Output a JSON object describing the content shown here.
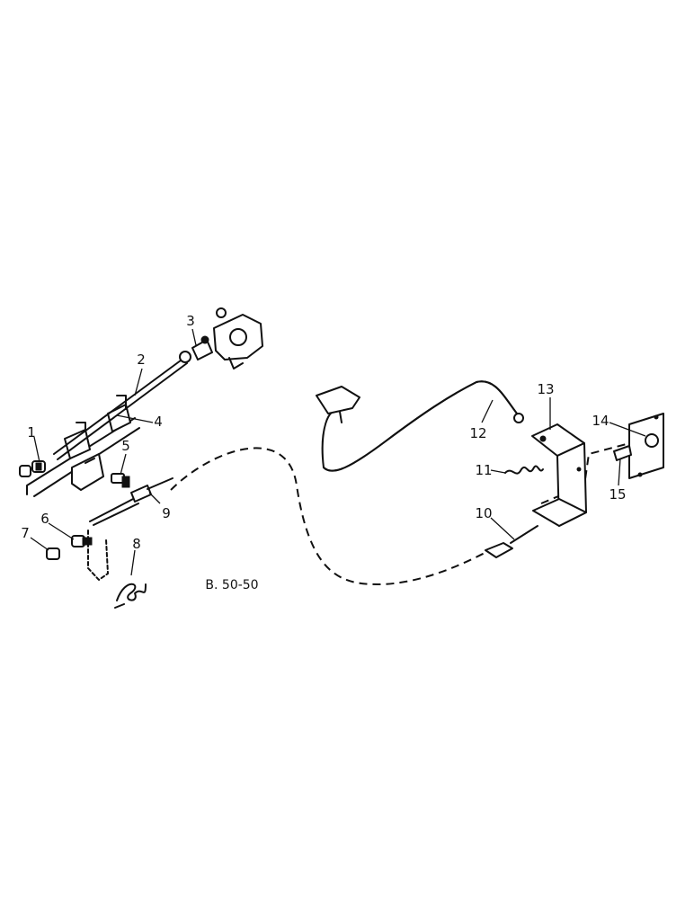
{
  "diagram": {
    "reference": "B. 50-50",
    "callouts": [
      {
        "id": "1",
        "label": "1"
      },
      {
        "id": "2",
        "label": "2"
      },
      {
        "id": "3",
        "label": "3"
      },
      {
        "id": "4",
        "label": "4"
      },
      {
        "id": "5",
        "label": "5"
      },
      {
        "id": "6",
        "label": "6"
      },
      {
        "id": "7",
        "label": "7"
      },
      {
        "id": "8",
        "label": "8"
      },
      {
        "id": "9",
        "label": "9"
      },
      {
        "id": "10",
        "label": "10"
      },
      {
        "id": "11",
        "label": "11"
      },
      {
        "id": "12",
        "label": "12"
      },
      {
        "id": "13",
        "label": "13"
      },
      {
        "id": "14",
        "label": "14"
      },
      {
        "id": "15",
        "label": "15"
      }
    ]
  }
}
